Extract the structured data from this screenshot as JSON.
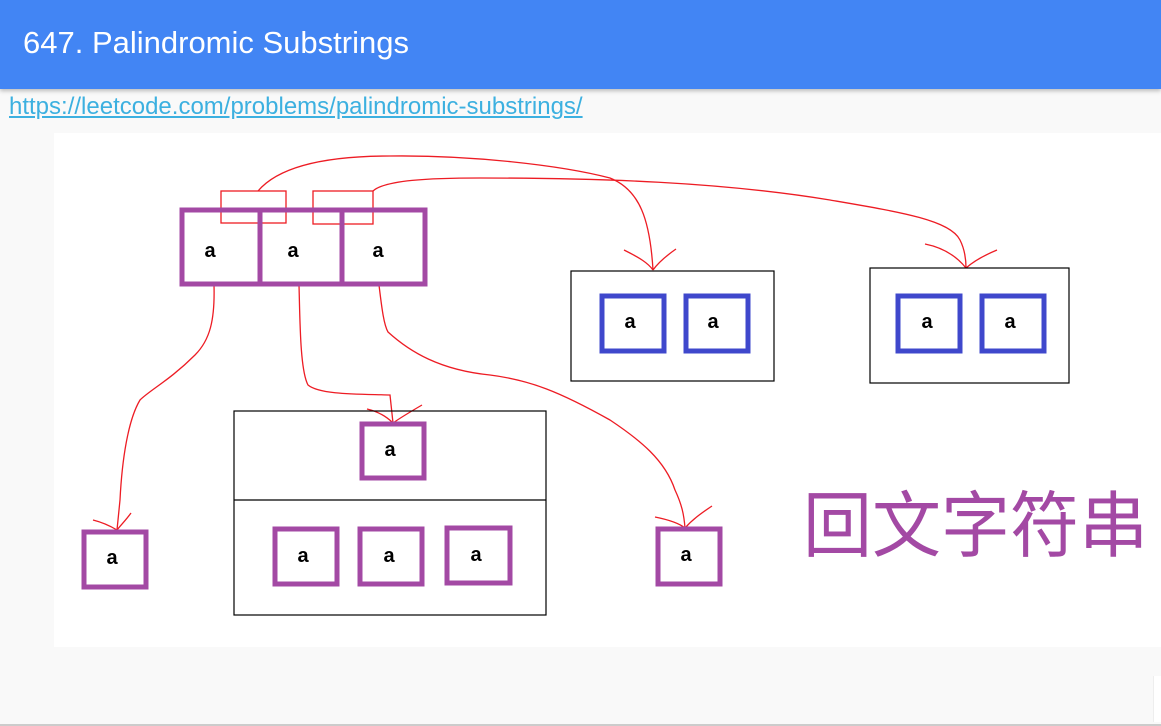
{
  "header": {
    "title": "647. Palindromic Substrings",
    "background_color": "#4285f4"
  },
  "link": {
    "text": "https://leetcode.com/problems/palindromic-substrings/",
    "color": "#3cb0e0"
  },
  "diagram": {
    "colors": {
      "purple_box": "#a349a4",
      "blue_box": "#3f48cc",
      "arrow": "#ed1c24",
      "frame": "#000000"
    },
    "source_string": {
      "cells": [
        "a",
        "a",
        "a"
      ]
    },
    "pair_groups": [
      {
        "cells": [
          "a",
          "a"
        ]
      },
      {
        "cells": [
          "a",
          "a"
        ]
      }
    ],
    "singles": {
      "left": "a",
      "right": "a"
    },
    "center_group": {
      "top_cell": "a",
      "bottom_cells": [
        "a",
        "a",
        "a"
      ]
    },
    "caption": "回文字符串"
  }
}
